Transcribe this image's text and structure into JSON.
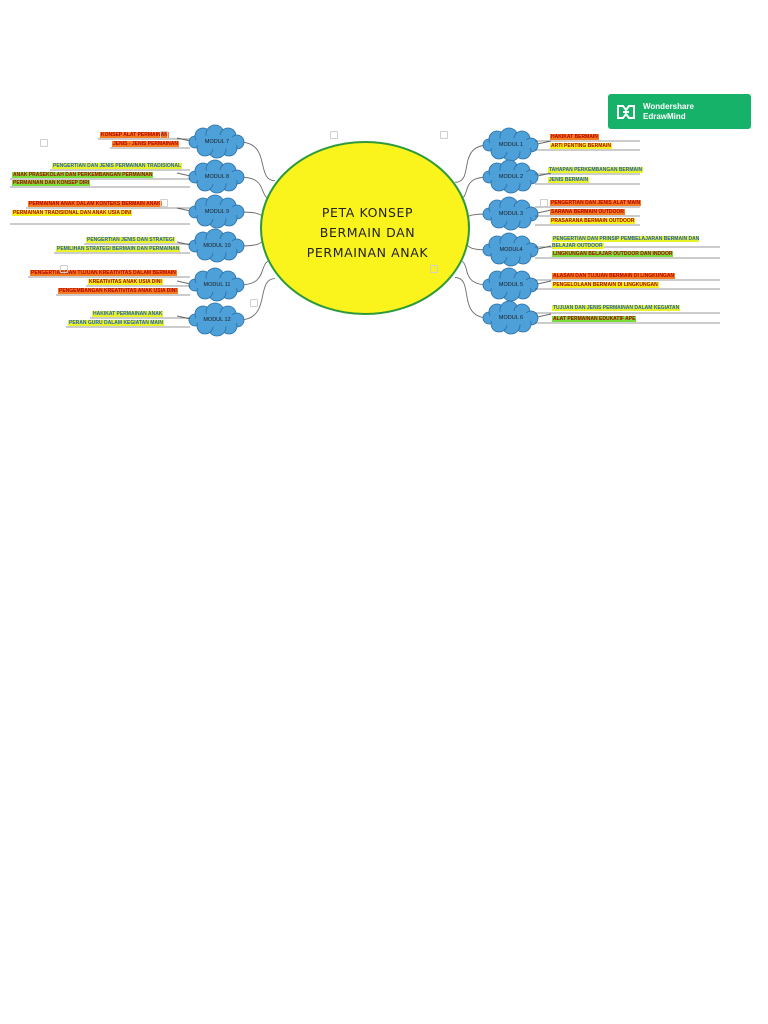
{
  "brand": {
    "line1": "Wondershare",
    "line2": "EdrawMind",
    "color": "#17b26a"
  },
  "center": {
    "lines": [
      "PETA KONSEP",
      "BERMAIN DAN",
      "PERMAINAN ANAK"
    ],
    "fill": "#fbf31c",
    "stroke": "#2e9a3a"
  },
  "modules_left": [
    {
      "label": "MODUL 7"
    },
    {
      "label": "MODUL 8"
    },
    {
      "label": "MODUL 9"
    },
    {
      "label": "MODUL 10"
    },
    {
      "label": "MODUL 11"
    },
    {
      "label": "MODUL 12"
    }
  ],
  "modules_right": [
    {
      "label": "MODUL 1"
    },
    {
      "label": "MODUL 2"
    },
    {
      "label": "MODUL 3"
    },
    {
      "label": "MODUL4"
    },
    {
      "label": "MODUL 5"
    },
    {
      "label": "MODUL 6"
    }
  ],
  "leaves": [
    {
      "text": "KONSEP ALAT PERMAINAN",
      "style": "red"
    },
    {
      "text": "JENIS - JENIS PERMAINAN",
      "style": "red"
    },
    {
      "text": "PENGERTIAN DAN JENIS PERMAINAN TRADISIONAL",
      "style": "lime"
    },
    {
      "text": "ANAK PRASEKOLAH DAN PERKEMBANGAN PERMAINAN",
      "style": "green"
    },
    {
      "text": "PERMAINAN DAN KONSEP DIRI",
      "style": "green"
    },
    {
      "text": "PERMAINAN ANAK DALAM KONTEKS BERMAIN ANAK",
      "style": "red"
    },
    {
      "text": "PERMAINAN TRADISIONAL DAN ANAK USIA DINI",
      "style": "yellow"
    },
    {
      "text": "PENGERTIAN JENIS DAN STRATEGI",
      "style": "lime"
    },
    {
      "text": "PEMILIHAN STRATEGI BERMAIN DAN PERMAINAN",
      "style": "lime"
    },
    {
      "text": "PENGERTIAN DAN TUJUAN KREATIVITAS DALAM BERMAIN",
      "style": "red"
    },
    {
      "text": "KREATIVITAS ANAK USIA DINI",
      "style": "yellow"
    },
    {
      "text": "PENGEMBANGAN KREATIVITAS ANAK USIA DINI",
      "style": "red"
    },
    {
      "text": "HAKIKAT PERMAINAN ANAK",
      "style": "lime"
    },
    {
      "text": "PERAN GURU DALAM KEGIATAN MAIN",
      "style": "lime"
    },
    {
      "text": "HAKIKAT BERMAIN",
      "style": "red"
    },
    {
      "text": "ARTI PENTING BERMAIN",
      "style": "yellow"
    },
    {
      "text": "TAHAPAN PERKEMBANGAN BERMAIN",
      "style": "lime"
    },
    {
      "text": "JENIS BERMAIN",
      "style": "lime"
    },
    {
      "text": "PENGERTIAN DAN JENIS ALAT MAIN",
      "style": "red"
    },
    {
      "text": "SARANA BERMAIN OUTDOOR",
      "style": "red"
    },
    {
      "text": "PRASARANA BERMAIN OUTDOOR",
      "style": "yellow"
    },
    {
      "text": "PENGERTIAN DAN PRINSIP PEMBELAJARAN BERMAIN DAN BELAJAR OUTDOOR",
      "style": "lime"
    },
    {
      "text": "LINGKUNGAN BELAJAR OUTDOOR DAN INDOOR",
      "style": "green"
    },
    {
      "text": "ALASAN DAN TUJUAN BERMAIN DI LINGKUNGAN",
      "style": "red"
    },
    {
      "text": "PENGELOLAAN BERMAIN DI LINGKUNGAN",
      "style": "yellow"
    },
    {
      "text": "TUJUAN DAN JENIS PERMAINAN DALAM KEGIATAN",
      "style": "lime"
    },
    {
      "text": "ALAT PERMAINAN EDUKATIF APE",
      "style": "green"
    }
  ],
  "watermark": "Wondershare EdrawMind",
  "colors": {
    "cloud_fill": "#4ea0d9",
    "cloud_stroke": "#2a6ea6",
    "connector": "#6b6b6b"
  }
}
